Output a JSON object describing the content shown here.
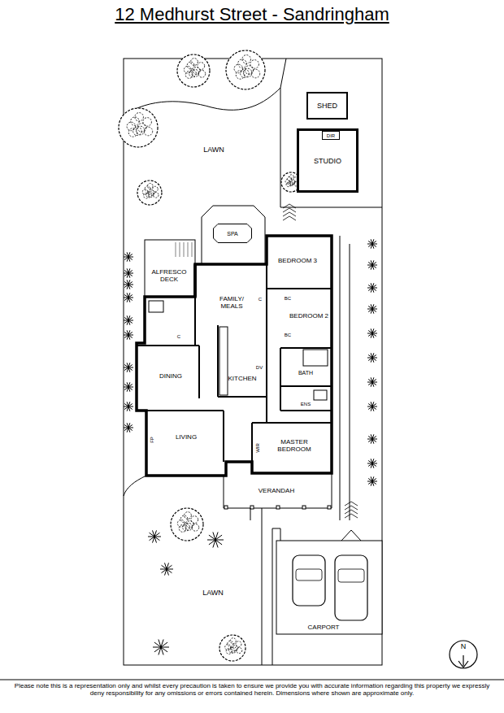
{
  "diagram": {
    "title": "12 Medhurst Street - Sandringham",
    "caption": "Please note this is a representation only and whilst every precaution is taken to ensure we provide you with accurate information regarding this property we expressly deny responsibility for any omissions or errors contained herein. Dimensions where shown are approximate only.",
    "nodes": [
      {
        "text": [
          "SHED"
        ]
      },
      {
        "text": [
          "STUDIO"
        ]
      },
      {
        "text": [
          "DIR"
        ],
        "in": 1
      },
      {
        "text": [
          "SPA"
        ]
      }
    ],
    "labels": [
      "LAWN",
      "ALFRESCO DECK",
      "BEDROOM 3",
      "BC",
      "BEDROOM 2",
      "C",
      "FAMILY/ MEALS",
      "C",
      "BC",
      "KITCHEN",
      "DV",
      "BATH",
      "DINING",
      "ENS",
      "LIVING",
      "FP",
      "WIR",
      "MASTER BEDROOM",
      "VERANDAH",
      "LAWN",
      "CARPORT",
      "N"
    ]
  }
}
